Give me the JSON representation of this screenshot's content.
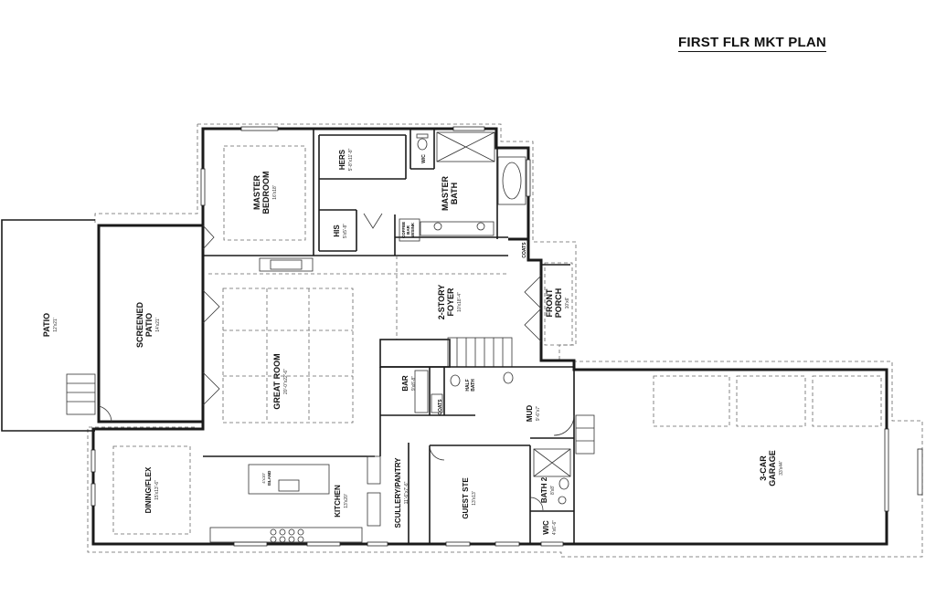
{
  "title": "FIRST FLR MKT PLAN",
  "rooms": {
    "patio": {
      "name": "PATIO",
      "size": "12'x21'"
    },
    "screened_patio": {
      "name_1": "SCREENED",
      "name_2": "PATIO",
      "size": "14'x21'"
    },
    "master_bedroom": {
      "name_1": "MASTER",
      "name_2": "BEDROOM",
      "size": "16'x18'"
    },
    "hers": {
      "name": "HERS",
      "size": "5'-8\"x11'-8\""
    },
    "his": {
      "name": "HIS",
      "size": "5'x5'-8\""
    },
    "wc": {
      "name": "W/C"
    },
    "master_bath": {
      "name_1": "MASTER",
      "name_2": "BATH"
    },
    "coffee_bar": {
      "name_1": "COFFEE",
      "name_2": "BAR",
      "name_3": "W/SINK"
    },
    "coats_upper": {
      "name": "COATS"
    },
    "foyer": {
      "name_1": "2-STORY",
      "name_2": "FOYER",
      "size": "10'x18'-4\""
    },
    "front_porch": {
      "name_1": "FRONT",
      "name_2": "PORCH",
      "size": "10'x6'"
    },
    "great_room": {
      "name": "GREAT ROOM",
      "size": "20'-0\"x22'-6\""
    },
    "bar": {
      "name": "BAR",
      "size": "9'x8'-8\""
    },
    "half_bath": {
      "name_1": "HALF",
      "name_2": "BATH"
    },
    "coats_lower": {
      "name": "COATS"
    },
    "mud": {
      "name": "MUD",
      "size": "9'-6\"x7'"
    },
    "garage": {
      "name_1": "3-CAR",
      "name_2": "GARAGE",
      "size": "33'x44'"
    },
    "dining": {
      "name": "DINING/FLEX",
      "size": "15'x13'-6\""
    },
    "island": {
      "name": "ISLAND",
      "size": "4'x10'"
    },
    "kitchen": {
      "name": "KITCHEN",
      "size": "13'x20'"
    },
    "scullery": {
      "name": "SCULLERY/PANTRY",
      "size": "11'-6\"x7'-6\""
    },
    "guest_ste": {
      "name": "GUEST STE",
      "size": "13'x13'"
    },
    "bath2": {
      "name": "BATH 2",
      "size": "8'x8'"
    },
    "wic": {
      "name": "WIC",
      "size": "4'x6'-6\""
    }
  }
}
